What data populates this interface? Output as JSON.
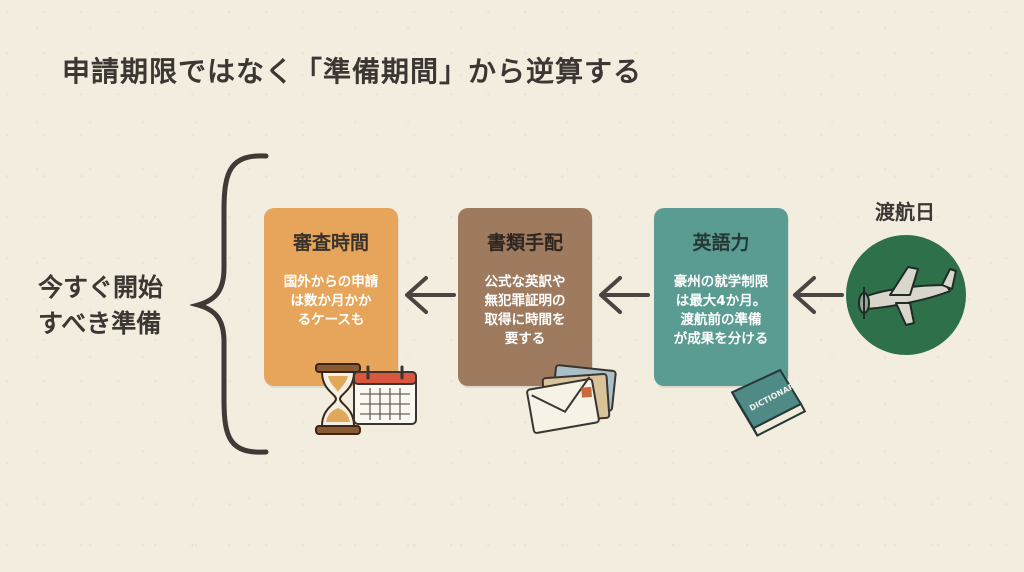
{
  "title": "申請期限ではなく「準備期間」から逆算する",
  "left_label": [
    "今すぐ開始",
    "すべき準備"
  ],
  "departure_label": "渡航日",
  "steps": [
    {
      "title": "審査時間",
      "body": [
        "国外からの申請",
        "は数か月かか",
        "るケースも"
      ],
      "color": "#e6a55a"
    },
    {
      "title": "書類手配",
      "body": [
        "公式な英訳や",
        "無犯罪証明の",
        "取得に時間を",
        "要する"
      ],
      "color": "#9e7a5f"
    },
    {
      "title": "英語力",
      "body": [
        "豪州の就学制限",
        "は最大4か月。",
        "渡航前の準備",
        "が成果を分ける"
      ],
      "color": "#5b9c92"
    }
  ],
  "book_text": "DICTIONARY",
  "icons": [
    "hourglass-icon",
    "calendar-icon",
    "envelope-icon",
    "dictionary-icon",
    "airplane-icon"
  ]
}
